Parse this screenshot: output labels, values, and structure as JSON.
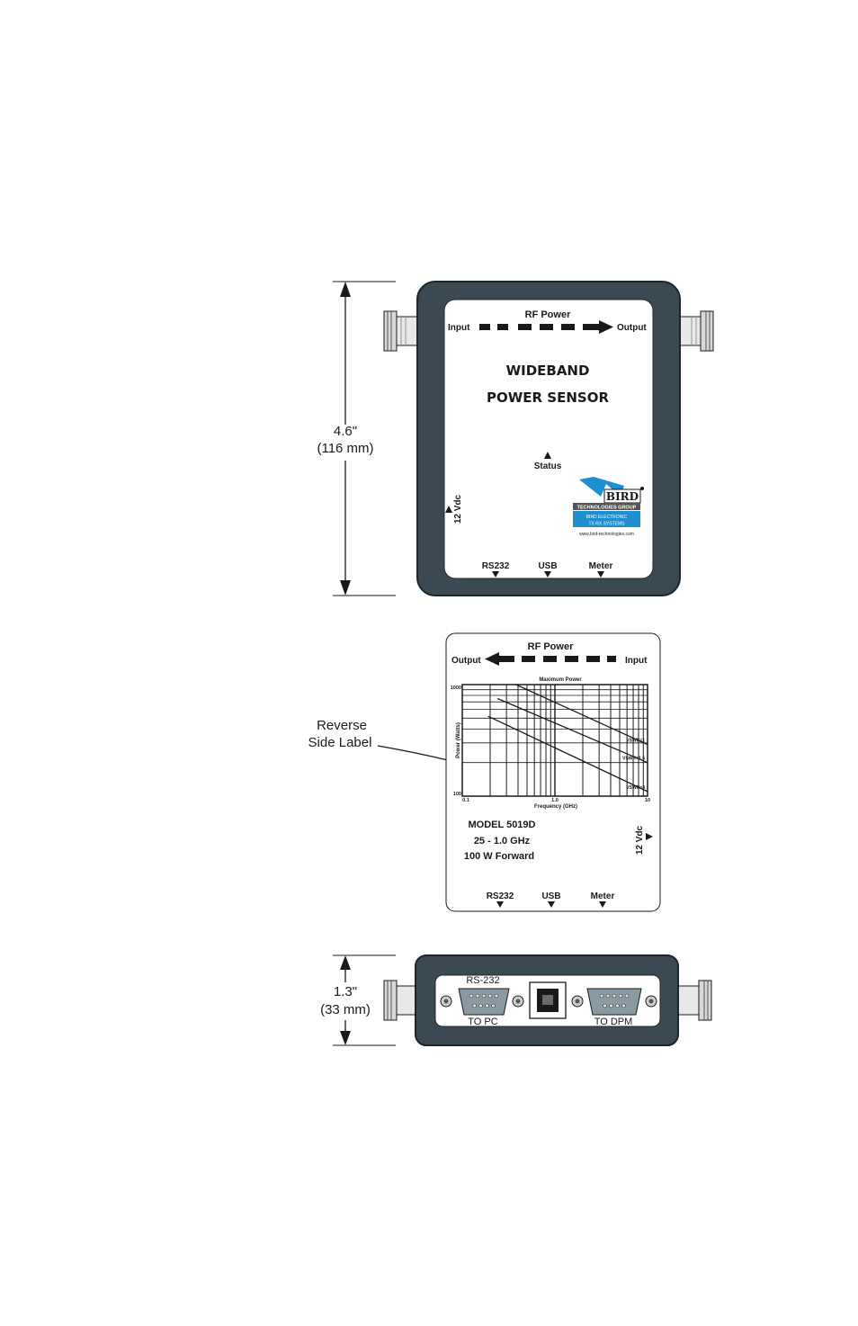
{
  "front": {
    "dimension": [
      "4.6\"",
      "(116 mm)"
    ],
    "flow_title": "RF Power",
    "flow_in": "Input",
    "flow_out": "Output",
    "product_line1": "WIDEBAND",
    "product_line2": "POWER SENSOR",
    "status_label": "Status",
    "power_label": "12 Vdc",
    "ports": [
      "RS232",
      "USB",
      "Meter"
    ],
    "logo": {
      "band1": "TECHNOLOGIES GROUP",
      "band2a": "BIRD ELECTRONIC",
      "band2b": "TX RX SYSTEMS",
      "url": "www.bird-technologies.com",
      "band1_color": "#555555",
      "band2_color": "#1e8fd0",
      "mark_color": "#1e8fd0"
    }
  },
  "reverse": {
    "callout": [
      "Reverse",
      "Side Label"
    ],
    "flow_title": "RF Power",
    "flow_in": "Input",
    "flow_out": "Output",
    "specs": [
      "MODEL 5019D",
      "25 - 1.0 GHz",
      "100 W Forward"
    ],
    "power_label": "12 Vdc",
    "ports": [
      "RS232",
      "USB",
      "Meter"
    ]
  },
  "end_view": {
    "dimension": [
      "1.3\"",
      "(33 mm)"
    ],
    "left_port_top": "RS-232",
    "left_port_bottom": "TO PC",
    "right_port_bottom": "TO DPM"
  },
  "chart_data": {
    "type": "line",
    "title": "Maximum Power",
    "xlabel": "Frequency (GHz)",
    "ylabel": "Power (Watts)",
    "x_scale": "log",
    "y_scale": "log",
    "xlim": [
      0.1,
      10
    ],
    "ylim": [
      100,
      1000
    ],
    "x_ticks": [
      "0.1",
      "1.0",
      "10"
    ],
    "y_ticks": [
      "100",
      "1000"
    ],
    "grid": true,
    "series": [
      {
        "name": "VSWR=1",
        "x": [
          0.38,
          10
        ],
        "y": [
          1000,
          290
        ]
      },
      {
        "name": "VSWR=1.5",
        "x": [
          0.24,
          10
        ],
        "y": [
          750,
          200
        ]
      },
      {
        "name": "VSWR=3",
        "x": [
          0.19,
          10
        ],
        "y": [
          520,
          110
        ]
      }
    ],
    "colors": {
      "dark": "#1a1a1a"
    }
  },
  "colors": {
    "housing": "#3b4a52",
    "housing_edge": "#1d2529",
    "label_face": "#ffffff",
    "connector": "#cfcfcf",
    "port_gray": "#8a9aa2",
    "usb_gray": "#6a6a6a"
  }
}
